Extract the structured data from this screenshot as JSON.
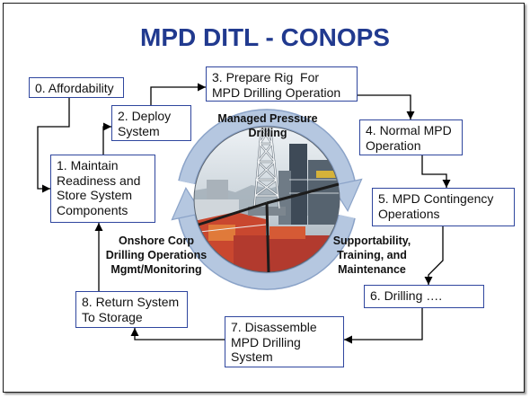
{
  "title": "MPD DITL - CONOPS",
  "steps": [
    {
      "lines": [
        "0. Affordability"
      ]
    },
    {
      "lines": [
        "1. Maintain",
        "Readiness and",
        "Store System",
        "Components"
      ]
    },
    {
      "lines": [
        "2. Deploy",
        "System"
      ]
    },
    {
      "lines": [
        "3. Prepare Rig  For",
        "MPD Drilling Operation"
      ]
    },
    {
      "lines": [
        "4. Normal MPD",
        "Operation"
      ]
    },
    {
      "lines": [
        "5. MPD Contingency",
        "Operations"
      ]
    },
    {
      "lines": [
        "6. Drilling …."
      ]
    },
    {
      "lines": [
        "7. Disassemble",
        "MPD Drilling",
        "System"
      ]
    },
    {
      "lines": [
        "8. Return System",
        "To Storage"
      ]
    }
  ],
  "edges": [
    [
      0,
      1
    ],
    [
      1,
      2
    ],
    [
      2,
      3
    ],
    [
      3,
      4
    ],
    [
      4,
      5
    ],
    [
      5,
      6
    ],
    [
      6,
      7
    ],
    [
      7,
      8
    ],
    [
      8,
      1
    ]
  ],
  "cycle": {
    "top_label": [
      "Managed Pressure",
      "Drilling"
    ],
    "left_label": [
      "Onshore Corp",
      "Drilling Operations",
      "Mgmt/Monitoring"
    ],
    "right_label": [
      "Supportability,",
      "Training, and",
      "Maintenance"
    ]
  },
  "colors": {
    "title": "#213A8F",
    "box_border": "#2F469E",
    "box_text": "#111111",
    "ring": "#B5C7E0",
    "ring_edge": "#8BA3C8",
    "connector": "#000000"
  }
}
